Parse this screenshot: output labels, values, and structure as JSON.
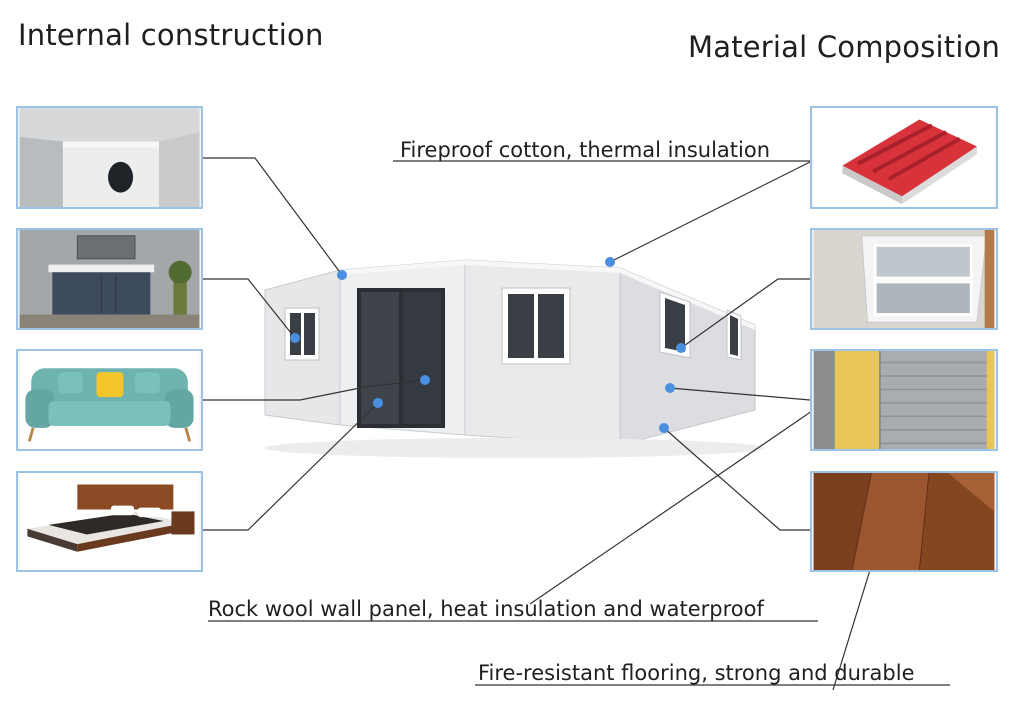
{
  "headings": {
    "left": "Internal construction",
    "right": "Material Composition"
  },
  "callouts": {
    "fireproof": "Fireproof cotton, thermal insulation",
    "rockwool": "Rock wool wall panel, heat insulation and waterproof",
    "flooring": "Fire-resistant flooring, strong and durable"
  },
  "colors": {
    "frame_border": "#9cc3e6",
    "marker_dot": "#4a8fe0",
    "leader_line": "#333333",
    "roof_panel": "#d8323a",
    "sofa": "#6fb3b0",
    "cushion": "#f3c72a",
    "wood": "#8a4a24",
    "rockwool": "#e9c65a"
  },
  "left_images": [
    {
      "name": "interior-wall-detail-image",
      "icon": "wall-panel-icon"
    },
    {
      "name": "bathroom-vanity-image",
      "icon": "bathroom-icon"
    },
    {
      "name": "sofa-image",
      "icon": "sofa-icon"
    },
    {
      "name": "bed-image",
      "icon": "bed-icon"
    }
  ],
  "right_images": [
    {
      "name": "red-sandwich-panel-image",
      "icon": "roof-panel-icon"
    },
    {
      "name": "window-frame-image",
      "icon": "window-icon"
    },
    {
      "name": "rock-wool-panel-image",
      "icon": "rock-wool-icon"
    },
    {
      "name": "wood-flooring-image",
      "icon": "wood-floor-icon"
    }
  ]
}
